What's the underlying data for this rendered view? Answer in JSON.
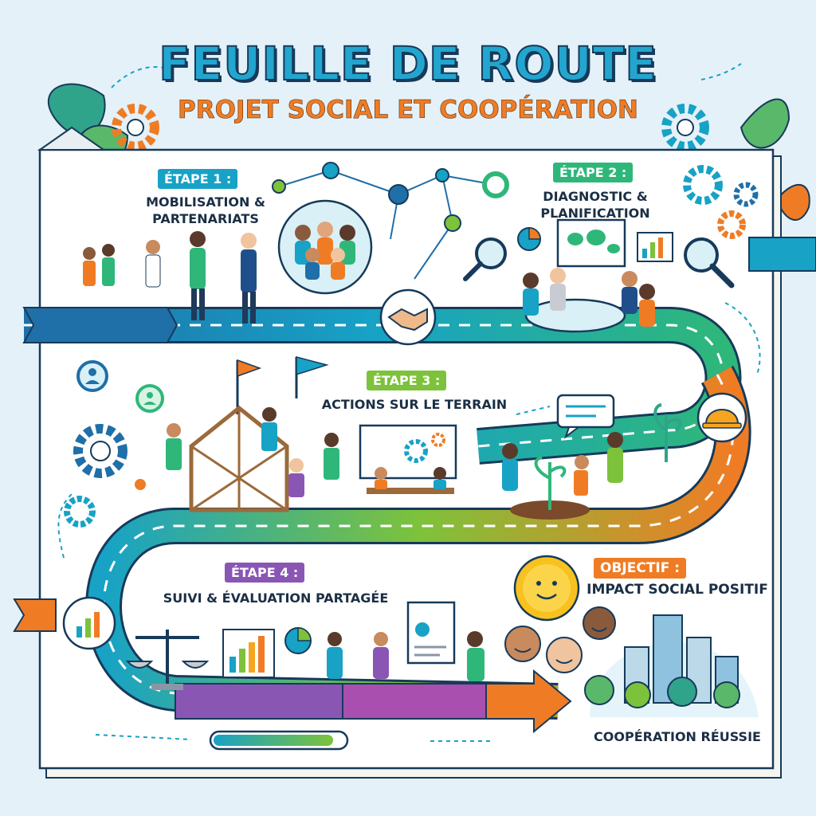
{
  "title": "FEUILLE DE ROUTE",
  "subtitle": "PROJET SOCIAL ET COOPÉRATION",
  "steps": [
    {
      "badge": "ÉTAPE 1 :",
      "line1": "MOBILISATION &",
      "line2": "PARTENARIATS",
      "color": "#17a2c6"
    },
    {
      "badge": "ÉTAPE 2 :",
      "line1": "DIAGNOSTIC &",
      "line2": "PLANIFICATION",
      "color": "#2fb77a"
    },
    {
      "badge": "ÉTAPE 3 :",
      "line1": "ACTIONS SUR LE TERRAIN",
      "color": "#7dc23b"
    },
    {
      "badge": "ÉTAPE 4 :",
      "line1": "SUIVI & ÉVALUATION PARTAGÉE",
      "color": "#8a56b4"
    }
  ],
  "objective": {
    "badge": "OBJECTIF :",
    "text": "IMPACT SOCIAL POSITIF",
    "footer": "COOPÉRATION RÉUSSIE",
    "color": "#ef7c25"
  },
  "road_colors": [
    "#1f7fb5",
    "#17a2c6",
    "#2fb77a",
    "#7dc23b",
    "#ef7c25",
    "#8a56b4"
  ],
  "icons": [
    "gear-icon",
    "leaf-icon",
    "network-icon",
    "handshake-icon",
    "magnifier-icon",
    "bar-chart-icon",
    "pie-chart-icon",
    "world-map-icon",
    "flag-icon",
    "hard-hat-icon",
    "plant-icon",
    "speech-bubble-icon",
    "scale-icon",
    "document-icon",
    "sun-icon",
    "city-icon",
    "tree-icon",
    "user-icon",
    "progress-bar-icon",
    "arrow-icon"
  ]
}
